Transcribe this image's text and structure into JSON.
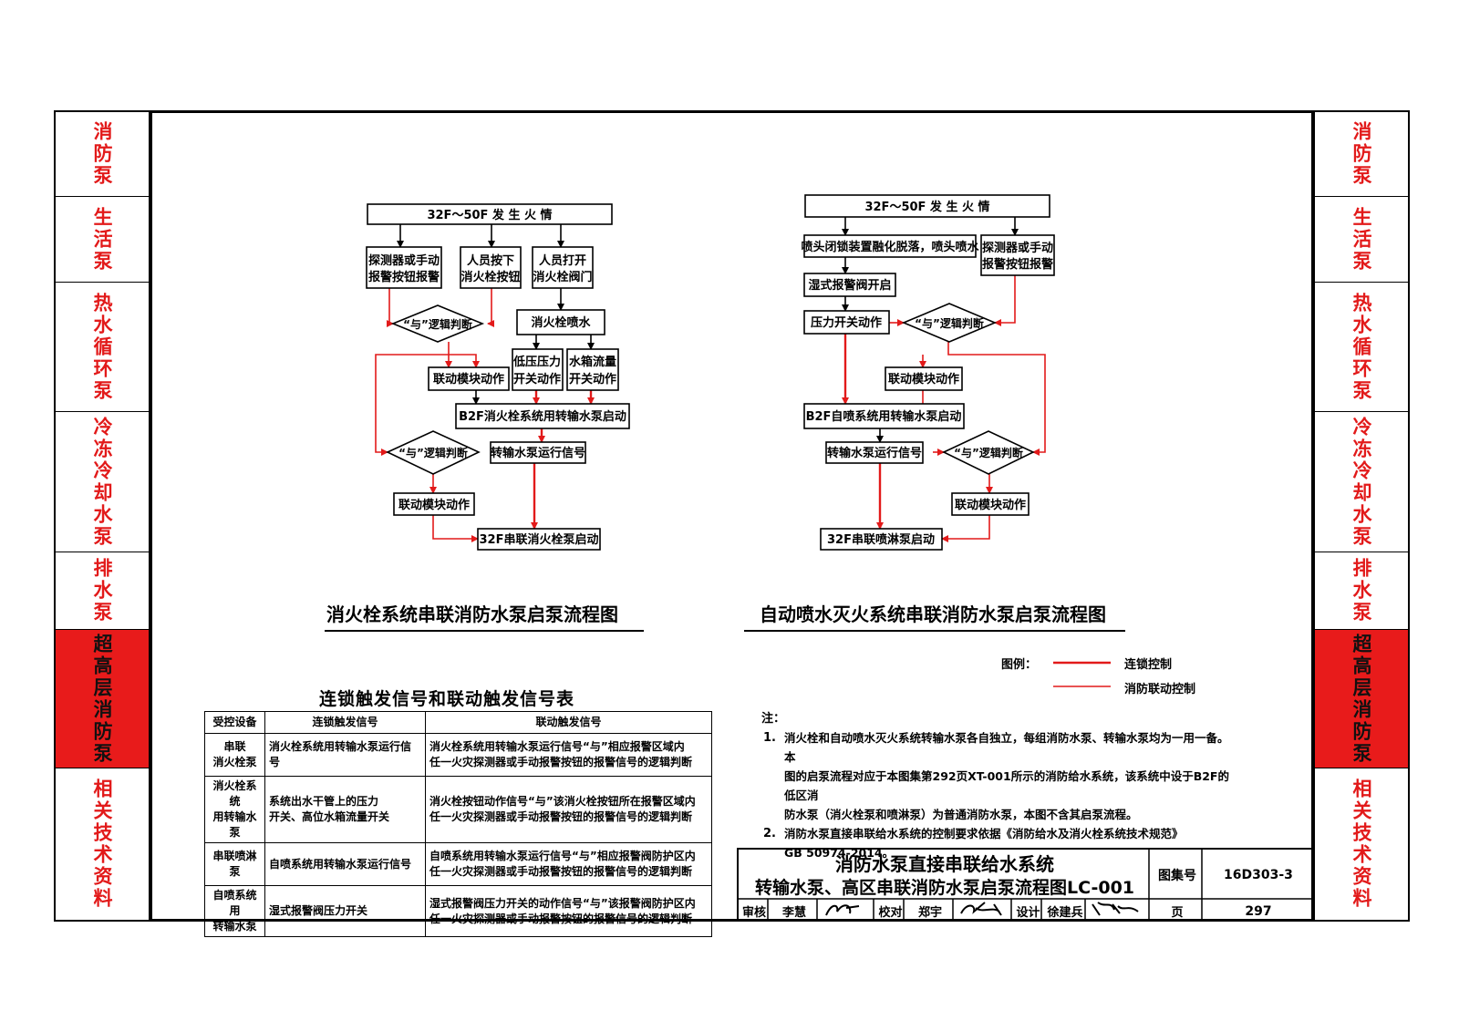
{
  "side_tabs": [
    {
      "label": "消防泵",
      "active": false
    },
    {
      "label": "生活泵",
      "active": false
    },
    {
      "label": "热水循环泵",
      "active": false
    },
    {
      "label": "冷冻冷却水泵",
      "active": false
    },
    {
      "label": "排水泵",
      "active": false
    },
    {
      "label": "超高层消防泵",
      "active": true
    },
    {
      "label": "相关技术资料",
      "active": false
    }
  ],
  "colors": {
    "accent": "#e81b1b",
    "line_red": "#e21a1a",
    "line_black": "#000000"
  },
  "flow_left": {
    "caption": "消火栓系统串联消防水泵启泵流程图",
    "fire": "32F～50F 发 生 火 情",
    "detector": [
      "探测器或手动",
      "报警按钮报警"
    ],
    "press_button": [
      "人员按下",
      "消火栓按钮"
    ],
    "open_valve": [
      "人员打开",
      "消火栓阀门"
    ],
    "and_judge_1": "“与”逻辑判断",
    "hydrant_spray": "消火栓喷水",
    "module_1": "联动模块动作",
    "low_pressure": [
      "低压压力",
      "开关动作"
    ],
    "tank_flow": [
      "水箱流量",
      "开关动作"
    ],
    "b2f_start": "B2F消火栓系统用转输水泵启动",
    "and_judge_2": "“与”逻辑判断",
    "run_signal": "转输水泵运行信号",
    "module_2": "联动模块动作",
    "end": "32F串联消火栓泵启动"
  },
  "flow_right": {
    "caption": "自动喷水灭火系统串联消防水泵启泵流程图",
    "fire": "32F～50F 发 生 火 情",
    "sprinkler": "喷头闭锁装置融化脱落，喷头喷水",
    "detector": [
      "探测器或手动",
      "报警按钮报警"
    ],
    "wet_valve": "湿式报警阀开启",
    "pressure_switch": "压力开关动作",
    "and_judge_1": "“与”逻辑判断",
    "module_1": "联动模块动作",
    "b2f_start": "B2F自喷系统用转输水泵启动",
    "run_signal": "转输水泵运行信号",
    "and_judge_2": "“与”逻辑判断",
    "module_2": "联动模块动作",
    "end": "32F串联喷淋泵启动"
  },
  "legend": {
    "label": "图例：",
    "items": [
      "连锁控制",
      "消防联动控制"
    ]
  },
  "table": {
    "title": "连锁触发信号和联动触发信号表",
    "headers": [
      "受控设备",
      "连锁触发信号",
      "联动触发信号"
    ],
    "rows": [
      {
        "device": [
          "串联",
          "消火栓泵"
        ],
        "interlock": "消火栓系统用转输水泵运行信号",
        "linkage": [
          "消火栓系统用转输水泵运行信号“与”相应报警区域内",
          "任一火灾探测器或手动报警按钮的报警信号的逻辑判断"
        ]
      },
      {
        "device": [
          "消火栓系统",
          "用转输水泵"
        ],
        "interlock": [
          "系统出水干管上的压力",
          "开关、高位水箱流量开关"
        ],
        "linkage": [
          "消火栓按钮动作信号“与”该消火栓按钮所在报警区域内",
          "任一火灾探测器或手动报警按钮的报警信号的逻辑判断"
        ]
      },
      {
        "device": [
          "串联喷淋泵"
        ],
        "interlock": "自喷系统用转输水泵运行信号",
        "linkage": [
          "自喷系统用转输水泵运行信号“与”相应报警阀防护区内",
          "任一火灾探测器或手动报警按钮的报警信号的逻辑判断"
        ]
      },
      {
        "device": [
          "自喷系统用",
          "转输水泵"
        ],
        "interlock": "湿式报警阀压力开关",
        "linkage": [
          "湿式报警阀压力开关的动作信号“与”该报警阀防护区内",
          "任一火灾探测器或手动报警按钮的报警信号的逻辑判断"
        ]
      }
    ]
  },
  "notes": {
    "head": "注：",
    "items": [
      {
        "num": "1.",
        "lines": [
          "消火栓和自动喷水灭火系统转输水泵各自独立，每组消防水泵、转输水泵均为一用一备。本",
          "图的启泵流程对应于本图集第292页XT-001所示的消防给水系统，该系统中设于B2F的低区消",
          "防水泵（消火栓泵和喷淋泵）为普通消防水泵，本图不含其启泵流程。"
        ]
      },
      {
        "num": "2.",
        "lines": [
          "消防水泵直接串联给水系统的控制要求依据《消防给水及消火栓系统技术规范》"
        ],
        "tail": "GB 50974-2014。"
      }
    ]
  },
  "title_block": {
    "title_line1": "消防水泵直接串联给水系统",
    "title_line2": "转输水泵、高区串联消防水泵启泵流程图LC-001",
    "atlas_label": "图集号",
    "atlas_no": "16D303-3",
    "page_label": "页",
    "page_no": "297",
    "review_label": "审核",
    "review_name": "李慧",
    "check_label": "校对",
    "check_name": "郑宇",
    "design_label": "设计",
    "design_name": "徐建兵"
  }
}
